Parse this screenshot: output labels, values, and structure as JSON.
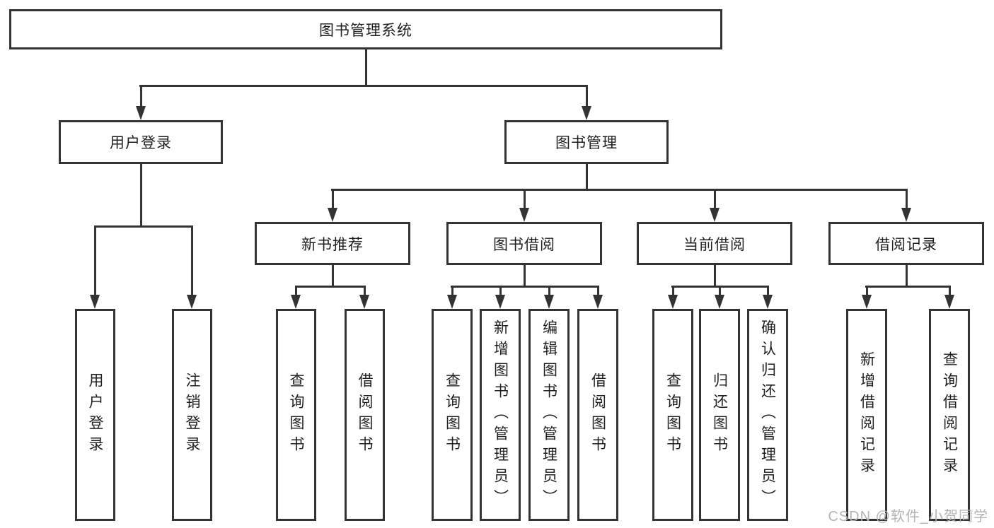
{
  "nodes": {
    "root": "图书管理系统",
    "user_login": "用户登录",
    "book_mgmt": "图书管理",
    "new_book_rec": "新书推荐",
    "book_borrow": "图书借阅",
    "current_borrow": "当前借阅",
    "borrow_record": "借阅记录",
    "ul_user_login": "用户登录",
    "ul_logout": "注销登录",
    "nb_query_book": "查询图书",
    "nb_borrow_book": "借阅图书",
    "bb_query_book": "查询图书",
    "bb_add_book": "新增图书（管理员）",
    "bb_edit_book": "编辑图书（管理员）",
    "bb_borrow_book": "借阅图书",
    "cb_query_book": "查询图书",
    "cb_return_book": "归还图书",
    "cb_confirm_return": "确认归还（管理员）",
    "br_add_record": "新增借阅记录",
    "br_query_record": "查询借阅记录"
  },
  "watermark": "CSDN @软件_小贺同学",
  "colors": {
    "line": "#333333",
    "text": "#1f1f1f",
    "watermark": "#b3b3b3",
    "background": "#ffffff"
  }
}
